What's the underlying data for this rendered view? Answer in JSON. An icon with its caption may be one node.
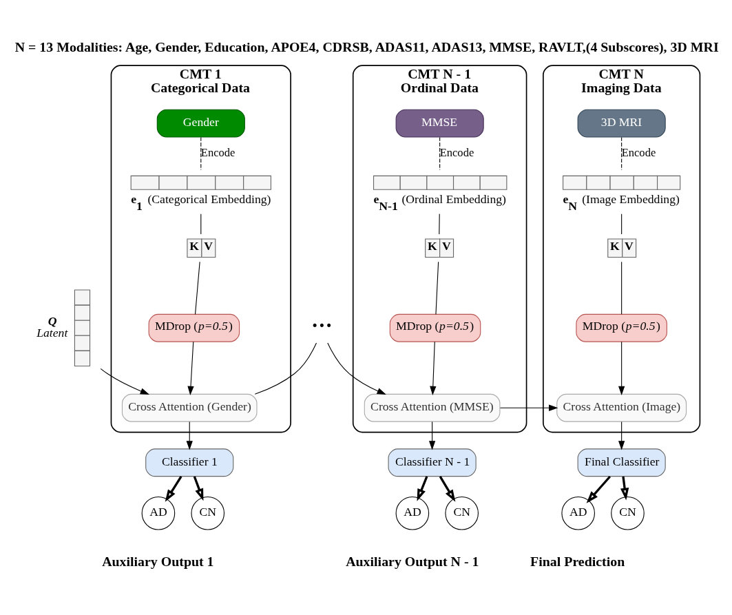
{
  "diagram": {
    "title": "N = 13 Modalities: Age, Gender, Education, APOE4, CDRSB, ADAS11, ADAS13, MMSE, RAVLT,(4 Subscores), 3D MRI",
    "nodes": [
      {
        "text": [],
        "shape": "bar",
        "beside": [
          "Q",
          "Latent"
        ]
      },
      {
        "text": [
          "CMT 1",
          "Categorical Data"
        ]
      },
      {
        "text": [
          "Gender"
        ],
        "in": 1
      },
      {
        "text": [],
        "shape": "bar",
        "in": 1,
        "beside": [
          "**e$_{1}$** (Categorical Embedding)"
        ]
      },
      {
        "text": [
          "K",
          "V"
        ],
        "in": 1
      },
      {
        "text": [
          "MDrop (*p=0.5*)"
        ],
        "in": 1
      },
      {
        "text": [
          "Cross Attention (Gender)"
        ],
        "in": 1
      },
      {
        "text": [
          "···"
        ]
      },
      {
        "text": [
          "CMT N - 1",
          "Ordinal Data"
        ]
      },
      {
        "text": [
          "MMSE"
        ],
        "in": 8
      },
      {
        "text": [],
        "shape": "bar",
        "in": 8,
        "beside": [
          "**e$_{N-1}$** (Ordinal Embedding)"
        ]
      },
      {
        "text": [
          "K",
          "V"
        ],
        "in": 8
      },
      {
        "text": [
          "MDrop (*p=0.5*)"
        ],
        "in": 8
      },
      {
        "text": [
          "Cross Attention (MMSE)"
        ],
        "in": 8
      },
      {
        "text": [
          "CMT N",
          "Imaging Data"
        ]
      },
      {
        "text": [
          "3D MRI"
        ],
        "in": 14
      },
      {
        "text": [],
        "shape": "bar",
        "in": 14,
        "beside": [
          "**e$_{N}$** (Image Embedding)"
        ]
      },
      {
        "text": [
          "K",
          "V"
        ],
        "in": 14
      },
      {
        "text": [
          "MDrop (*p=0.5*)"
        ],
        "in": 14
      },
      {
        "text": [
          "Cross Attention (Image)"
        ],
        "in": 14
      },
      {
        "text": [
          "Classifier 1"
        ]
      },
      {
        "text": [
          "AD"
        ]
      },
      {
        "text": [
          "CN"
        ]
      },
      {
        "text": [
          "Classifier N - 1"
        ]
      },
      {
        "text": [
          "AD"
        ]
      },
      {
        "text": [
          "CN"
        ]
      },
      {
        "text": [
          "Final Classifier"
        ]
      },
      {
        "text": [
          "AD"
        ]
      },
      {
        "text": [
          "CN"
        ]
      }
    ],
    "edges": [
      {
        "from": 2,
        "to": 3,
        "arrow": "none",
        "style": "dashed",
        "label": "Encode"
      },
      {
        "from": 3,
        "to": 4,
        "arrow": "none"
      },
      {
        "from": 4,
        "to": 5,
        "arrow": "none"
      },
      {
        "from": 5,
        "to": 6,
        "arrow": "to"
      },
      {
        "from": 0,
        "to": 6,
        "arrow": "to"
      },
      {
        "from": 6,
        "to": 7,
        "arrow": "none"
      },
      {
        "from": 7,
        "to": 13,
        "arrow": "to"
      },
      {
        "from": 9,
        "to": 10,
        "arrow": "none",
        "style": "dashed",
        "label": "Encode"
      },
      {
        "from": 10,
        "to": 11,
        "arrow": "none"
      },
      {
        "from": 11,
        "to": 12,
        "arrow": "none"
      },
      {
        "from": 12,
        "to": 13,
        "arrow": "to"
      },
      {
        "from": 13,
        "to": 19,
        "arrow": "to"
      },
      {
        "from": 15,
        "to": 16,
        "arrow": "none",
        "style": "dashed",
        "label": "Encode"
      },
      {
        "from": 16,
        "to": 17,
        "arrow": "none"
      },
      {
        "from": 17,
        "to": 18,
        "arrow": "none"
      },
      {
        "from": 18,
        "to": 19,
        "arrow": "to"
      },
      {
        "from": 6,
        "to": 20,
        "arrow": "to"
      },
      {
        "from": 13,
        "to": 23,
        "arrow": "to"
      },
      {
        "from": 19,
        "to": 26,
        "arrow": "to"
      },
      {
        "from": 20,
        "to": 21,
        "arrow": "to",
        "style": "thick"
      },
      {
        "from": 20,
        "to": 22,
        "arrow": "to",
        "style": "thick"
      },
      {
        "from": 23,
        "to": 24,
        "arrow": "to",
        "style": "thick"
      },
      {
        "from": 23,
        "to": 25,
        "arrow": "to",
        "style": "thick"
      },
      {
        "from": 26,
        "to": 27,
        "arrow": "to",
        "style": "thick"
      },
      {
        "from": 26,
        "to": 28,
        "arrow": "to",
        "style": "thick"
      }
    ],
    "labels": [
      "Auxiliary Output 1",
      "Auxiliary Output N - 1",
      "Final Prediction"
    ]
  }
}
